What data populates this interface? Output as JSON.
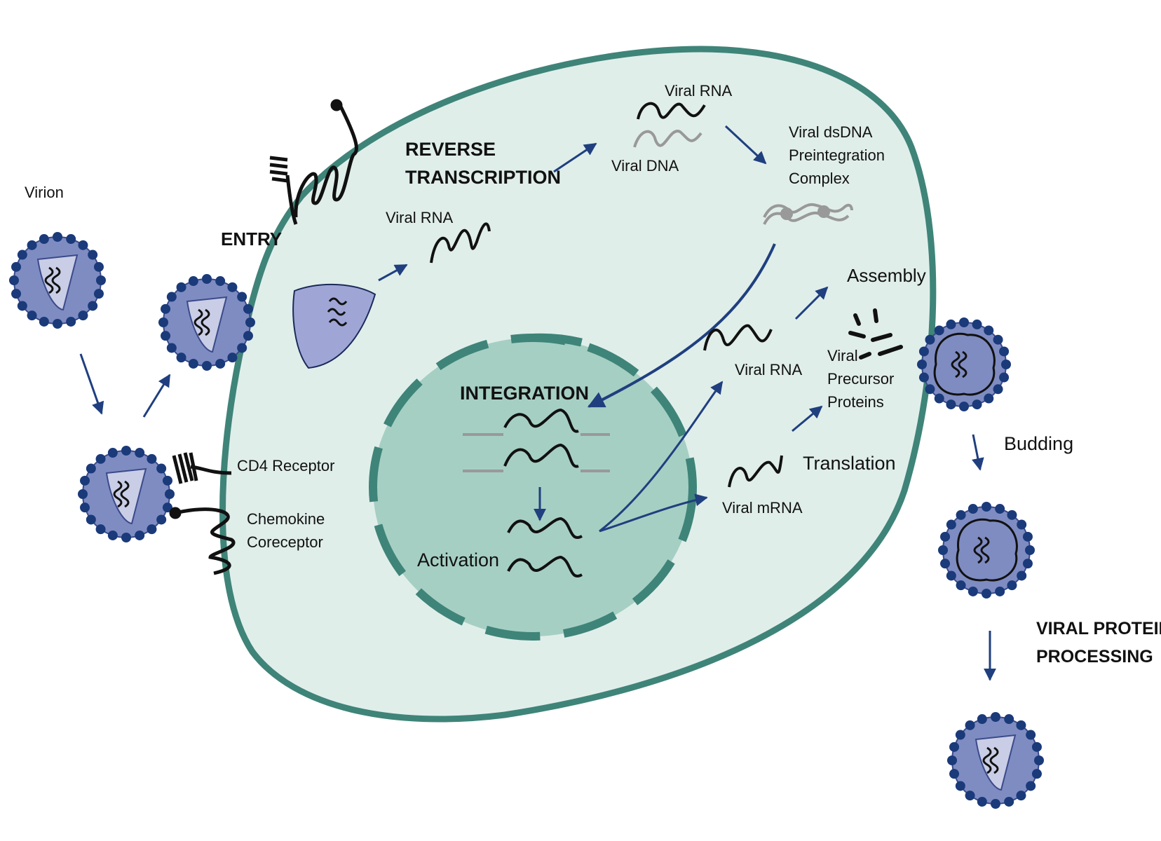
{
  "labels": {
    "virion": "Virion",
    "entry": "ENTRY",
    "reverse_transcription": [
      "REVERSE",
      "TRANSCRIPTION"
    ],
    "viral_rna_rt": "Viral RNA",
    "viral_rna_top": "Viral RNA",
    "viral_dna": "Viral DNA",
    "dsdna_complex": [
      "Viral dsDNA",
      "Preintegration",
      "Complex"
    ],
    "assembly": "Assembly",
    "integration": "INTEGRATION",
    "activation": "Activation",
    "viral_rna_mid": "Viral RNA",
    "viral_mrna": "Viral mRNA",
    "translation": "Translation",
    "precursor": [
      "Viral",
      "Precursor",
      "Proteins"
    ],
    "budding": "Budding",
    "processing": [
      "VIRAL PROTEIN",
      "PROCESSING"
    ],
    "cd4": "CD4 Receptor",
    "chemokine": [
      "Chemokine",
      "Coreceptor"
    ]
  },
  "colors": {
    "cytoplasm": "#e0eeea",
    "membrane": "#3f8478",
    "nucleus": "#a6cfc3",
    "nuclear_envelope": "#3f8478",
    "virion_fill": "#7f8cc2",
    "virion_dots": "#1a3a7a",
    "capsid": "#c9cde6",
    "arrow": "#1f3f7f",
    "dna_gray": "#999999"
  }
}
